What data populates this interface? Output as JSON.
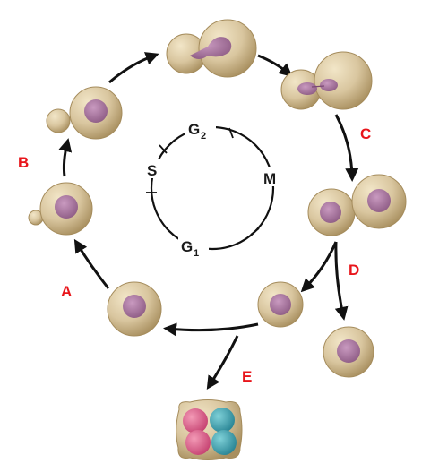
{
  "stage_labels": {
    "A": "A",
    "B": "B",
    "C": "C",
    "D": "D",
    "E": "E"
  },
  "cycle_phases": {
    "g1": {
      "letter": "G",
      "sub": "1"
    },
    "s": {
      "letter": "S"
    },
    "g2": {
      "letter": "G",
      "sub": "2"
    },
    "m": {
      "letter": "M"
    }
  },
  "colors": {
    "cell_fill": "#d8c59e",
    "cell_edge": "#b29a6a",
    "nucleus": "#a9749d",
    "spore_pink": "#d9638a",
    "spore_teal": "#3fa6b3",
    "arrow": "#111111",
    "label_red": "#e8151b"
  }
}
